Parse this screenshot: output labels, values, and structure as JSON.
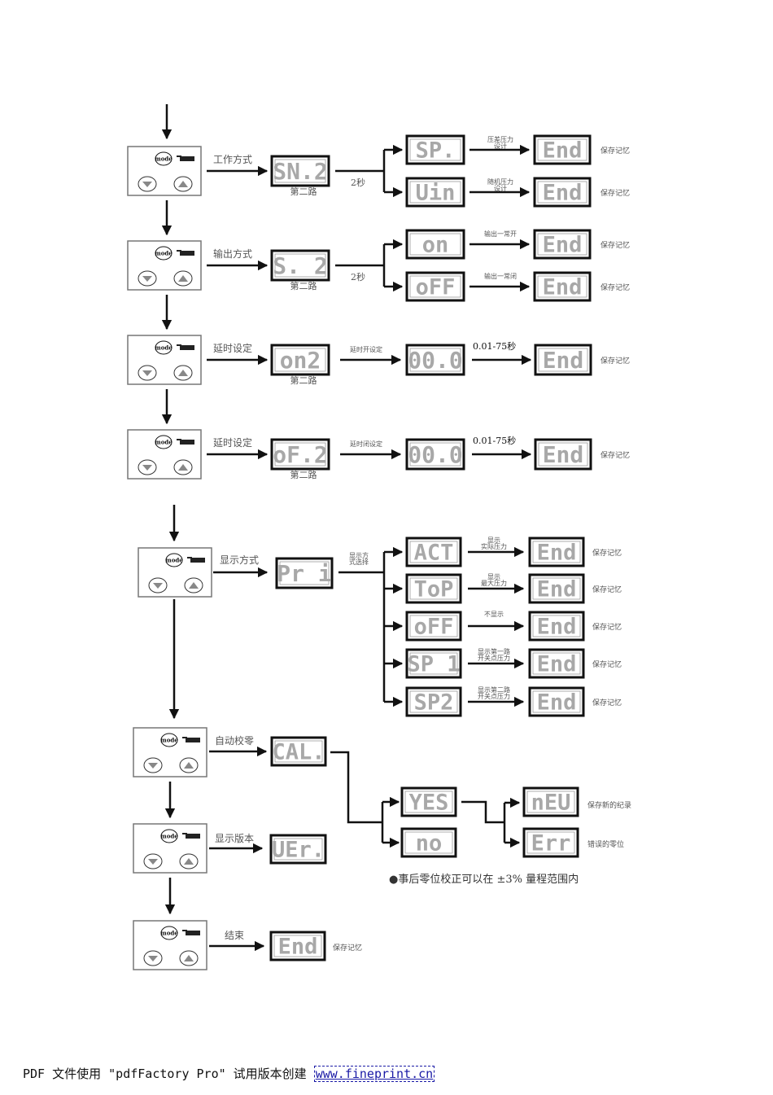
{
  "keypad": {
    "mode_label": "mode",
    "hand_icon": "pointing-hand-icon",
    "down_icon": "triangle-down-icon",
    "up_icon": "triangle-up-icon"
  },
  "common": {
    "save": "保存记忆",
    "channel": "第二路",
    "end": "End"
  },
  "rows": [
    {
      "id": "work-mode",
      "step_label": "工作方式",
      "display": "SN.2",
      "sub": "第二路",
      "connector_label": "2秒",
      "branches": [
        {
          "display": "SP.",
          "arrow_label": [
            "压差压力",
            "设计"
          ],
          "result": "End",
          "note": "保存记忆"
        },
        {
          "display": "Uin",
          "arrow_label": [
            "随机压力",
            "设计"
          ],
          "result": "End",
          "note": "保存记忆"
        }
      ]
    },
    {
      "id": "output-mode",
      "step_label": "输出方式",
      "display": "S. 2",
      "sub": "第二路",
      "connector_label": "2秒",
      "branches": [
        {
          "display": "on",
          "arrow_label": [
            "输出一常开"
          ],
          "result": "End",
          "note": "保存记忆"
        },
        {
          "display": "oFF",
          "arrow_label": [
            "输出一常闭"
          ],
          "result": "End",
          "note": "保存记忆"
        }
      ]
    },
    {
      "id": "delay-on",
      "step_label": "延时设定",
      "display": "on2",
      "sub": "第二路",
      "arrow_label": "延时开设定",
      "value": "00.0",
      "range_label": "0.01-75秒",
      "result": "End",
      "note": "保存记忆"
    },
    {
      "id": "delay-off",
      "step_label": "延时设定",
      "display": "oF.2",
      "sub": "第二路",
      "arrow_label": "延时闭设定",
      "value": "00.0",
      "range_label": "0.01-75秒",
      "result": "End",
      "note": "保存记忆"
    },
    {
      "id": "display-mode",
      "step_label": "显示方式",
      "display": "Pr i",
      "connector_label": [
        "显示方",
        "式选择"
      ],
      "branches": [
        {
          "display": "ACT",
          "arrow_label": [
            "显示",
            "实际压力"
          ],
          "result": "End",
          "note": "保存记忆"
        },
        {
          "display": "ToP",
          "arrow_label": [
            "显示",
            "最大压力"
          ],
          "result": "End",
          "note": "保存记忆"
        },
        {
          "display": "oFF",
          "arrow_label": [
            "不显示"
          ],
          "result": "End",
          "note": "保存记忆"
        },
        {
          "display": "SP 1",
          "arrow_label": [
            "显示第一路",
            "开关点压力"
          ],
          "result": "End",
          "note": "保存记忆"
        },
        {
          "display": "SP2",
          "arrow_label": [
            "显示第二路",
            "开关点压力"
          ],
          "result": "End",
          "note": "保存记忆"
        }
      ]
    },
    {
      "id": "auto-zero",
      "step_label": "自动校零",
      "display": "CAL.",
      "branches": [
        {
          "display": "YES"
        },
        {
          "display": "no"
        }
      ],
      "results": [
        {
          "display": "nEU",
          "note": "保存新的纪录"
        },
        {
          "display": "Err",
          "note": "错误的零位"
        }
      ],
      "footnote": "●事后零位校正可以在 ±3% 量程范围内"
    },
    {
      "id": "version",
      "step_label": "显示版本",
      "display": "UEr."
    },
    {
      "id": "finish",
      "step_label": "结束",
      "display": "End",
      "note": "保存记忆"
    }
  ],
  "footer": {
    "text": "PDF 文件使用 \"pdfFactory Pro\" 试用版本创建 ",
    "link": "www.fineprint.cn"
  }
}
